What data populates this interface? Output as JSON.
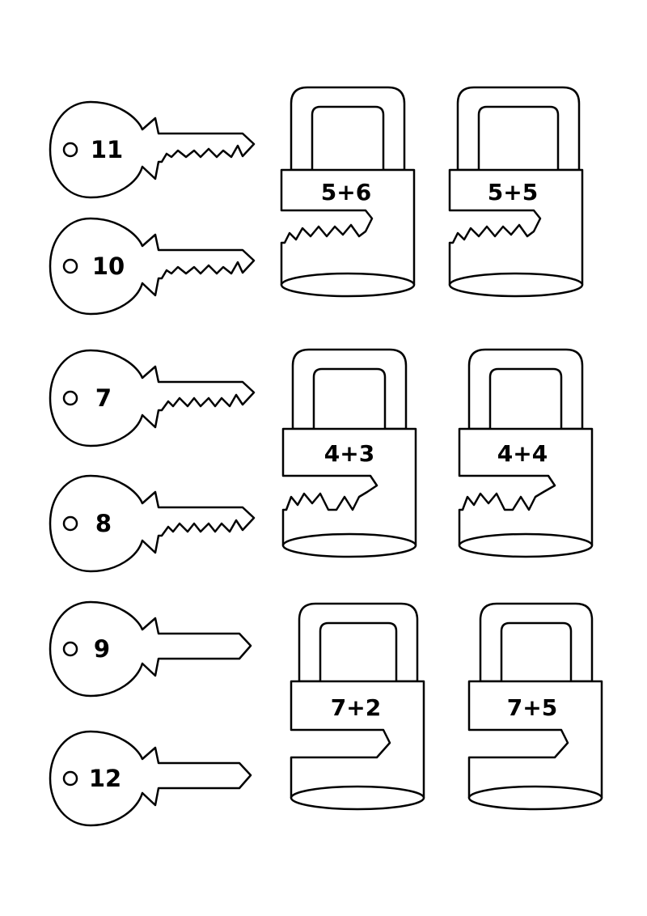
{
  "worksheet": {
    "keys": [
      {
        "number": "11",
        "teeth": "zigzag-small",
        "icon": "key-icon"
      },
      {
        "number": "10",
        "teeth": "zigzag-small",
        "icon": "key-icon"
      },
      {
        "number": "7",
        "teeth": "zigzag-medium",
        "icon": "key-icon"
      },
      {
        "number": "8",
        "teeth": "zigzag-medium",
        "icon": "key-icon"
      },
      {
        "number": "9",
        "teeth": "none",
        "icon": "key-icon"
      },
      {
        "number": "12",
        "teeth": "none",
        "icon": "key-icon"
      }
    ],
    "locks": [
      {
        "expression": "5+6",
        "icon": "padlock-icon"
      },
      {
        "expression": "5+5",
        "icon": "padlock-icon"
      },
      {
        "expression": "4+3",
        "icon": "padlock-icon"
      },
      {
        "expression": "4+4",
        "icon": "padlock-icon"
      },
      {
        "expression": "7+2",
        "icon": "padlock-icon"
      },
      {
        "expression": "7+5",
        "icon": "padlock-icon"
      }
    ]
  }
}
